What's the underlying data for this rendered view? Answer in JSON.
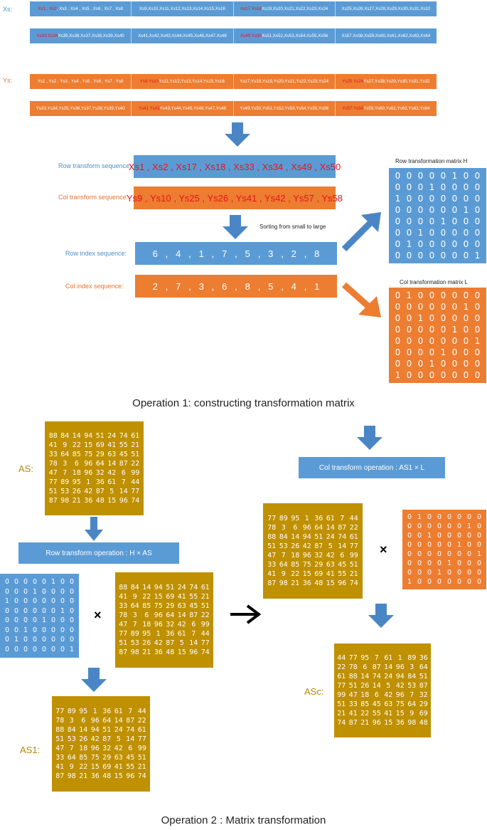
{
  "labels": {
    "xs": "Xs:",
    "ys": "Ys:",
    "row_seq_label": "Row transform sequence:",
    "col_seq_label": "Col transform sequence:",
    "row_idx_label": "Row index sequence:",
    "col_idx_label": "Col index sequence:",
    "sorting": "Sorting from small to large",
    "row_matrix_title": "Row transformation matrix H",
    "col_matrix_title": "Col transformation matrix L",
    "op1_title": "Operation 1: constructing transformation matrix",
    "op2_title": "Operation 2 : Matrix transformation",
    "as_label": "AS:",
    "as1_label": "AS1:",
    "asc_label": "ASc:",
    "row_op": "Row transform operation : H × AS",
    "col_op": "Col transform operation : AS1 × L",
    "times": "×"
  },
  "xs_rows": [
    [
      {
        "hl": "Xs1 , Xs2",
        "rest": " , Xs3 , Xs4 , Xs5 , Xs6 , Xs7 , Xs8"
      },
      {
        "hl": "",
        "rest": "Xs9,Xs10,Xs11,Xs12,Xs13,Xs14,Xs15,Xs16"
      },
      {
        "hl": "Xs17 Xs18",
        "rest": " Xs19,Xs20,Xs21,Xs22,Xs23,Xs24"
      },
      {
        "hl": "",
        "rest": "Xs25,Xs26,Xs27,Xs28,Xs29,Xs30,Xs31,Xs32"
      }
    ],
    [
      {
        "hl": "Xs33 Xs34",
        "rest": " Xs35,Xs36,Xs37,Xs38,Xs39,Xs40"
      },
      {
        "hl": "",
        "rest": "Xs41,Xs42,Xs43,Xs44,Xs45,Xs46,Xs47,Xs48"
      },
      {
        "hl": "Xs49 Xs50",
        "rest": " Xs51,Xs52,Xs53,Xs54,Xs55,Xs56"
      },
      {
        "hl": "",
        "rest": "Xs57,Xs58,Xs59,Xs60,Xs61,Xs62,Xs63,Xs64"
      }
    ]
  ],
  "ys_rows": [
    [
      {
        "hl": "",
        "rest": "Ys1 , Ys2 , Ys3 , Ys4 , Ys5 , Ys6 , Ys7 , Ys8"
      },
      {
        "hl": "Ys9 Ys10",
        "rest": " Ys11,Ys12,Ys13,Ys14,Ys15,Ys16"
      },
      {
        "hl": "",
        "rest": "Ys17,Ys18,Ys19,Ys20,Ys21,Ys22,Ys23,Ys24"
      },
      {
        "hl": "Ys25 Ys26",
        "rest": " Ys27,Ys28,Ys29,Ys30,Ys31,Ys32"
      }
    ],
    [
      {
        "hl": "",
        "rest": "Ys33,Ys34,Ys35,Ys36,Ys37,Ys38,Ys39,Ys40"
      },
      {
        "hl": "Ys41 Ys42",
        "rest": " Ys43,Ys44,Ys45,Ys46,Ys47,Ys48"
      },
      {
        "hl": "",
        "rest": "Ys49,Ys50,Ys51,Ys52,Ys53,Ys54,Ys55,Ys56"
      },
      {
        "hl": "Ys57 Ys58",
        "rest": " Ys59,Ys60,Ys61,Ys62,Ys63,Ys64"
      }
    ]
  ],
  "row_sequence": "Xs1 , Xs2 , Xs17 , Xs18 , Xs33 , Xs34 , Xs49 , Xs50",
  "col_sequence": "Ys9 , Ys10 , Ys25 , Ys26 , Ys41 , Ys42 , Ys57 , Ys58",
  "row_index": "6   ,   4   ,   1   ,   7   ,   5   ,   3   ,   2   ,   8",
  "col_index": "2   ,   7   ,   3   ,   6   ,   8   ,   5   ,   4   ,   1",
  "matrix_H": [
    [
      0,
      0,
      0,
      0,
      0,
      1,
      0,
      0
    ],
    [
      0,
      0,
      0,
      1,
      0,
      0,
      0,
      0
    ],
    [
      1,
      0,
      0,
      0,
      0,
      0,
      0,
      0
    ],
    [
      0,
      0,
      0,
      0,
      0,
      0,
      1,
      0
    ],
    [
      0,
      0,
      0,
      0,
      1,
      0,
      0,
      0
    ],
    [
      0,
      0,
      1,
      0,
      0,
      0,
      0,
      0
    ],
    [
      0,
      1,
      0,
      0,
      0,
      0,
      0,
      0
    ],
    [
      0,
      0,
      0,
      0,
      0,
      0,
      0,
      1
    ]
  ],
  "matrix_L": [
    [
      0,
      1,
      0,
      0,
      0,
      0,
      0,
      0
    ],
    [
      0,
      0,
      0,
      0,
      0,
      0,
      1,
      0
    ],
    [
      0,
      0,
      1,
      0,
      0,
      0,
      0,
      0
    ],
    [
      0,
      0,
      0,
      0,
      0,
      1,
      0,
      0
    ],
    [
      0,
      0,
      0,
      0,
      0,
      0,
      0,
      1
    ],
    [
      0,
      0,
      0,
      0,
      1,
      0,
      0,
      0
    ],
    [
      0,
      0,
      0,
      1,
      0,
      0,
      0,
      0
    ],
    [
      1,
      0,
      0,
      0,
      0,
      0,
      0,
      0
    ]
  ],
  "matrix_AS": [
    [
      88,
      84,
      14,
      94,
      51,
      24,
      74,
      61
    ],
    [
      41,
      9,
      22,
      15,
      69,
      41,
      55,
      21
    ],
    [
      33,
      64,
      85,
      75,
      29,
      63,
      45,
      51
    ],
    [
      78,
      3,
      6,
      96,
      64,
      14,
      87,
      22
    ],
    [
      47,
      7,
      18,
      96,
      32,
      42,
      6,
      99
    ],
    [
      77,
      89,
      95,
      1,
      36,
      61,
      7,
      44
    ],
    [
      51,
      53,
      26,
      42,
      87,
      5,
      14,
      77
    ],
    [
      87,
      98,
      21,
      36,
      48,
      15,
      96,
      74
    ]
  ],
  "matrix_AS1": [
    [
      77,
      89,
      95,
      1,
      36,
      61,
      7,
      44
    ],
    [
      78,
      3,
      6,
      96,
      64,
      14,
      87,
      22
    ],
    [
      88,
      84,
      14,
      94,
      51,
      24,
      74,
      61
    ],
    [
      51,
      53,
      26,
      42,
      87,
      5,
      14,
      77
    ],
    [
      47,
      7,
      18,
      96,
      32,
      42,
      6,
      99
    ],
    [
      33,
      64,
      85,
      75,
      29,
      63,
      45,
      51
    ],
    [
      41,
      9,
      22,
      15,
      69,
      41,
      55,
      21
    ],
    [
      87,
      98,
      21,
      36,
      48,
      15,
      96,
      74
    ]
  ],
  "matrix_ASc": [
    [
      44,
      77,
      95,
      7,
      61,
      1,
      89,
      36
    ],
    [
      22,
      78,
      6,
      87,
      14,
      96,
      3,
      64
    ],
    [
      61,
      88,
      14,
      74,
      24,
      94,
      84,
      51
    ],
    [
      77,
      51,
      26,
      14,
      5,
      42,
      53,
      87
    ],
    [
      99,
      47,
      18,
      6,
      42,
      96,
      7,
      32
    ],
    [
      51,
      33,
      85,
      45,
      63,
      75,
      64,
      29
    ],
    [
      21,
      41,
      22,
      55,
      41,
      15,
      9,
      69
    ],
    [
      74,
      87,
      21,
      96,
      15,
      36,
      98,
      48
    ]
  ],
  "colors": {
    "blue": "#5b9bd5",
    "orange": "#ed7d31",
    "gold": "#bf9000",
    "red_text": "#e8141b",
    "gold_label": "#b8860b"
  }
}
